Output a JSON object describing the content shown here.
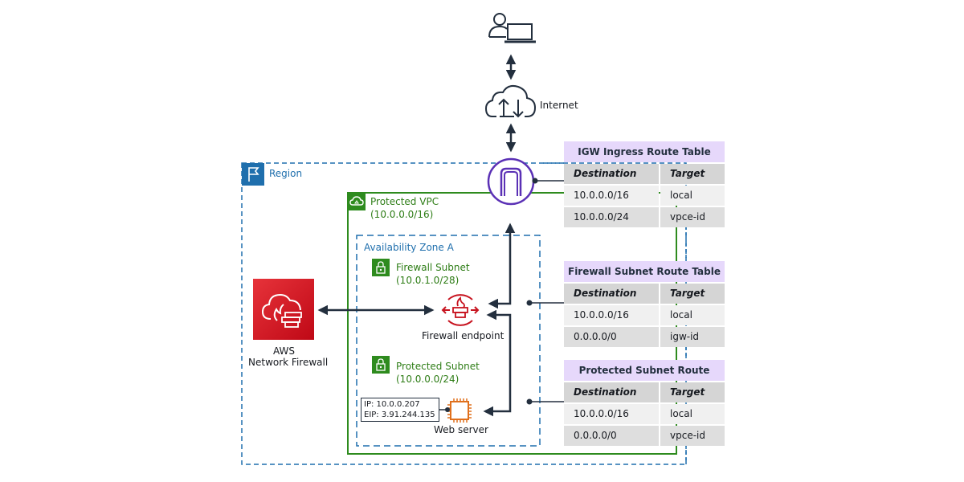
{
  "internet": {
    "label": "Internet"
  },
  "region": {
    "label": "Region"
  },
  "vpc": {
    "name": "Protected VPC",
    "cidr": "(10.0.0.0/16)"
  },
  "availability_zone": {
    "label": "Availability Zone A"
  },
  "firewall_subnet": {
    "name": "Firewall Subnet",
    "cidr": "(10.0.1.0/28)",
    "endpoint_label": "Firewall endpoint"
  },
  "protected_subnet": {
    "name": "Protected Subnet",
    "cidr": "(10.0.0.0/24)",
    "server_label": "Web server",
    "ip": "IP: 10.0.0.207",
    "eip": "EIP: 3.91.244.135"
  },
  "network_firewall": {
    "line1": "AWS",
    "line2": "Network Firewall"
  },
  "route_tables": [
    {
      "title": "IGW Ingress Route Table",
      "headers": [
        "Destination",
        "Target"
      ],
      "rows": [
        [
          "10.0.0.0/16",
          "local"
        ],
        [
          "10.0.0.0/24",
          "vpce-id"
        ]
      ]
    },
    {
      "title": "Firewall Subnet Route Table",
      "headers": [
        "Destination",
        "Target"
      ],
      "rows": [
        [
          "10.0.0.0/16",
          "local"
        ],
        [
          "0.0.0.0/0",
          "igw-id"
        ]
      ]
    },
    {
      "title": "Protected Subnet Route Table",
      "headers": [
        "Destination",
        "Target"
      ],
      "rows": [
        [
          "10.0.0.0/16",
          "local"
        ],
        [
          "0.0.0.0/0",
          "vpce-id"
        ]
      ]
    }
  ],
  "colors": {
    "region": "#1f6fad",
    "vpc": "#2e8b1e",
    "firewall": "#c7131f",
    "igw": "#5a30b5",
    "ec2": "#e0701c",
    "route_header": "#e6d8fb"
  }
}
